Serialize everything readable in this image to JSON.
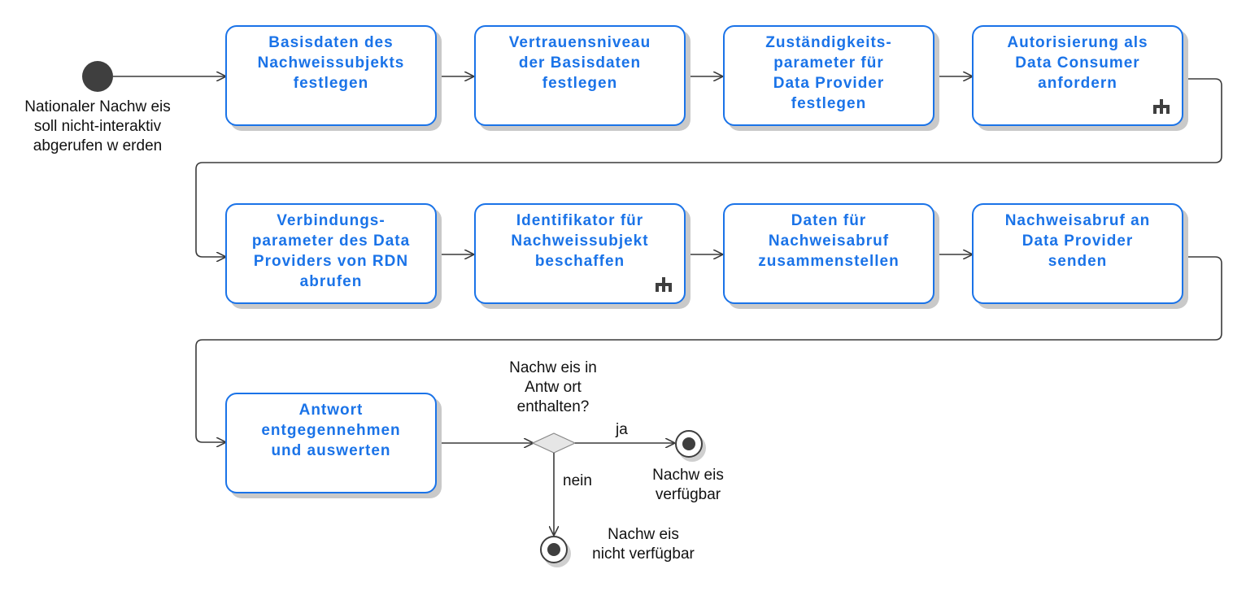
{
  "start": {
    "label": "Nationaler Nachw eis\nsoll nicht-interaktiv\nabgerufen w erden"
  },
  "actions": [
    {
      "label": "Basisdaten des\nNachweissubjekts\nfestlegen",
      "subprocess": false
    },
    {
      "label": "Vertrauensniveau\nder Basisdaten\nfestlegen",
      "subprocess": false
    },
    {
      "label": "Zuständigkeits-\nparameter für\nData Provider\nfestlegen",
      "subprocess": false
    },
    {
      "label": "Autorisierung als\nData Consumer\nanfordern",
      "subprocess": true
    },
    {
      "label": "Verbindungs-\nparameter des Data\nProviders von RDN\nabrufen",
      "subprocess": false
    },
    {
      "label": "Identifikator für\nNachweissubjekt\nbeschaffen",
      "subprocess": true
    },
    {
      "label": "Daten für\nNachweisabruf\nzusammenstellen",
      "subprocess": false
    },
    {
      "label": "Nachweisabruf an\nData Provider\nsenden",
      "subprocess": false
    },
    {
      "label": "Antwort\nentgegennehmen\nund auswerten",
      "subprocess": false
    }
  ],
  "decision": {
    "question": "Nachw eis in\nAntw ort\nenthalten?",
    "yes_label": "ja",
    "no_label": "nein"
  },
  "ends": [
    {
      "label": "Nachw eis\nverfügbar"
    },
    {
      "label": "Nachw eis\nnicht verfügbar"
    }
  ],
  "colors": {
    "accent": "#1a73e8",
    "line": "#3a3a3a",
    "start_node": "#3f3f3f",
    "shadow": "#c9c9c9",
    "decision_fill": "#e6e6e6"
  },
  "icons": {
    "subprocess": "subprocess-rake-icon"
  }
}
